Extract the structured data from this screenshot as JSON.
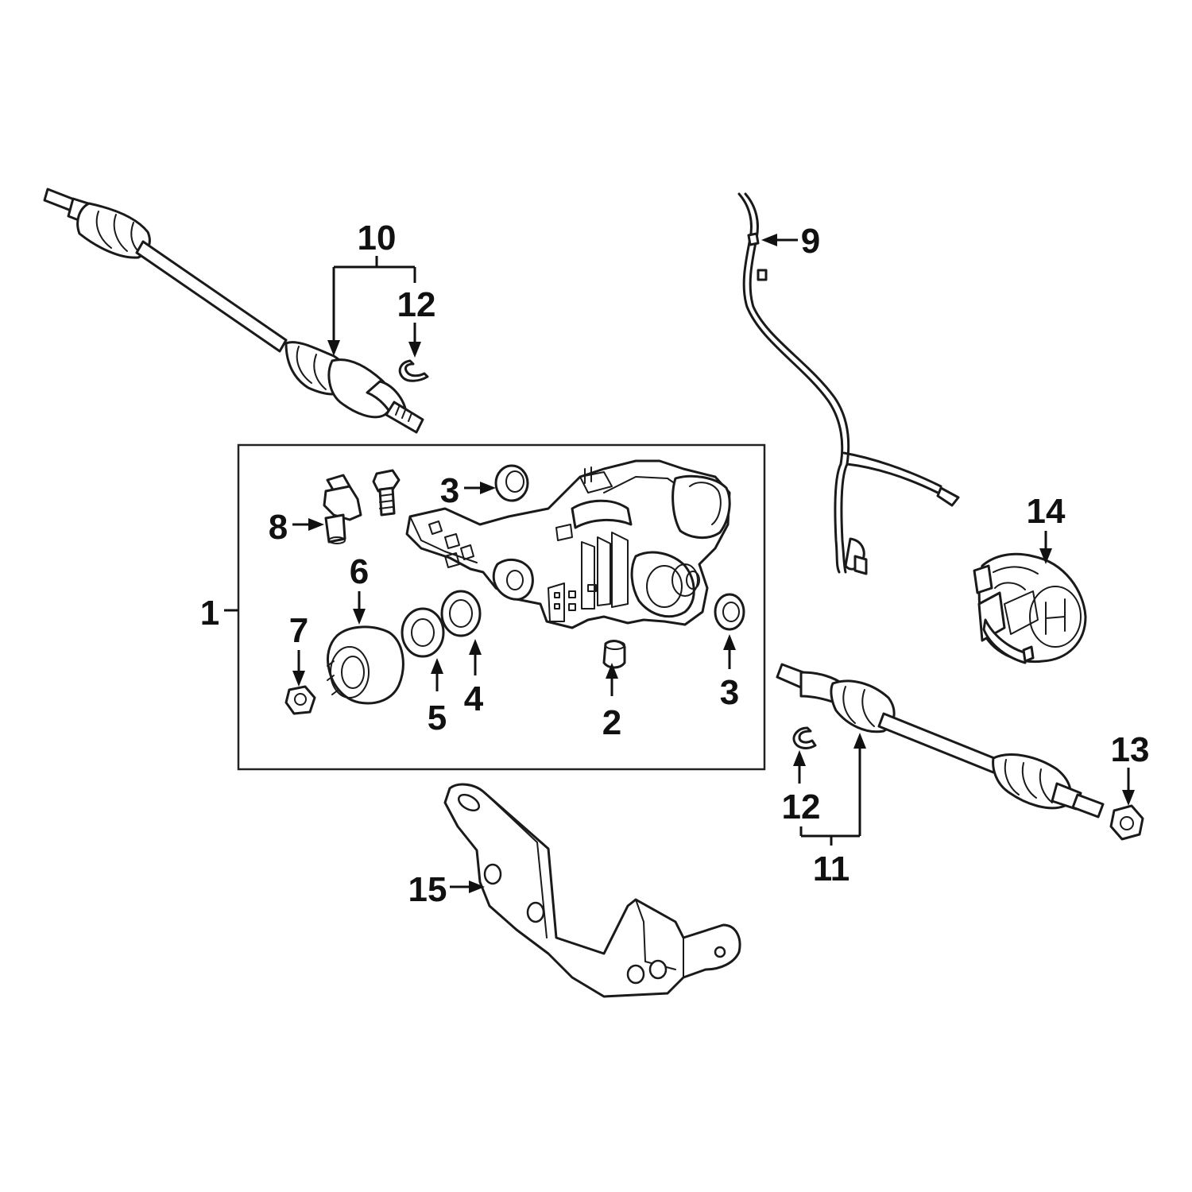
{
  "diagram": {
    "callouts": {
      "c1": "1",
      "c2": "2",
      "c3a": "3",
      "c3b": "3",
      "c4": "4",
      "c5": "5",
      "c6": "6",
      "c7": "7",
      "c8": "8",
      "c9": "9",
      "c10": "10",
      "c11": "11",
      "c12a": "12",
      "c12b": "12",
      "c13": "13",
      "c14": "14",
      "c15": "15"
    }
  }
}
